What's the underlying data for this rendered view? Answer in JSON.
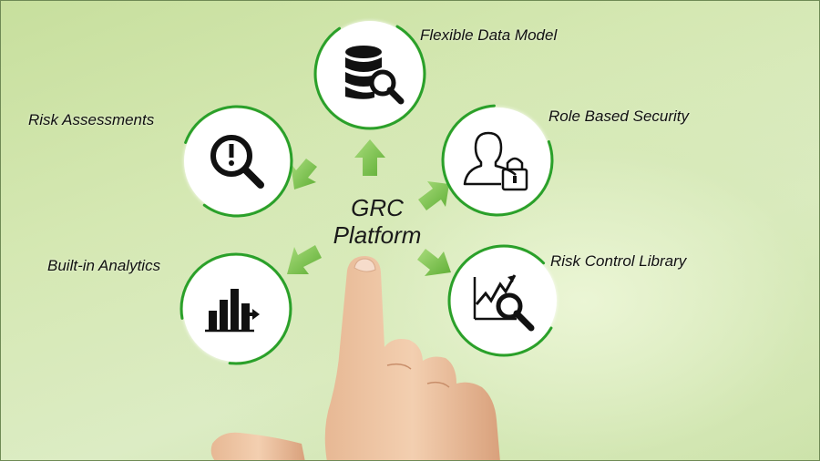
{
  "diagram": {
    "center": {
      "line1": "GRC",
      "line2": "Platform"
    },
    "nodes": [
      {
        "id": "flexible-data-model",
        "label": "Flexible Data Model",
        "icon": "database-search-icon"
      },
      {
        "id": "role-based-security",
        "label": "Role Based Security",
        "icon": "user-lock-icon"
      },
      {
        "id": "risk-control-library",
        "label": "Risk Control Library",
        "icon": "trend-magnifier-icon"
      },
      {
        "id": "built-in-analytics",
        "label": "Built-in Analytics",
        "icon": "bar-chart-arrow-icon"
      },
      {
        "id": "risk-assessments",
        "label": "Risk Assessments",
        "icon": "exclamation-magnifier-icon"
      }
    ],
    "colors": {
      "ring": "#2aa02a",
      "arrow": "#7cc24a",
      "icon": "#111111",
      "background": "#d5e8b3"
    }
  }
}
